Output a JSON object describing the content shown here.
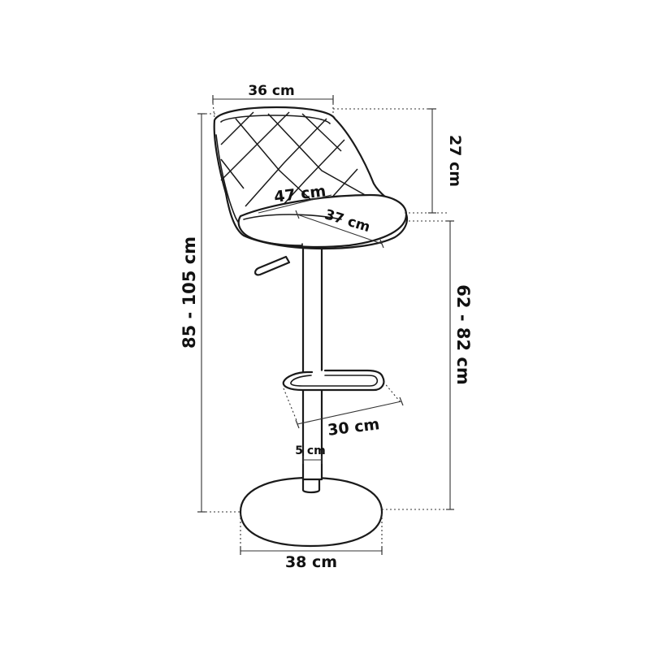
{
  "diagram": {
    "labels": {
      "seat_width_top": "36 cm",
      "backrest_height": "27 cm",
      "seat_diagonal": "47 cm",
      "seat_depth": "37 cm",
      "total_height": "85 - 105 cm",
      "seat_height": "62 - 82 cm",
      "footrest_width": "30 cm",
      "pole_diameter": "5 cm",
      "base_diameter": "38 cm"
    }
  }
}
